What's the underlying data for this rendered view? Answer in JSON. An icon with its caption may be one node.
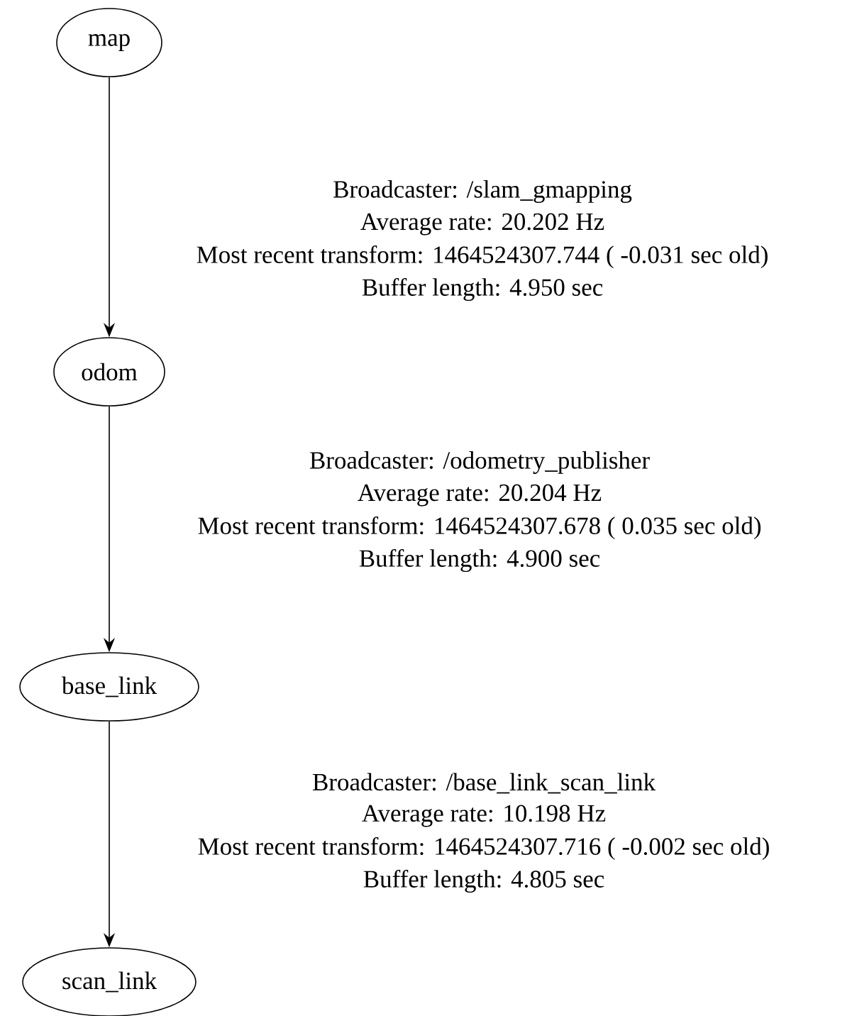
{
  "diagram": {
    "nodes": [
      {
        "text": [
          "map"
        ]
      },
      {
        "text": [
          "odom"
        ]
      },
      {
        "text": [
          "base_link"
        ]
      },
      {
        "text": [
          "scan_link"
        ]
      }
    ],
    "edges": [
      {
        "from": 0,
        "to": 1,
        "arrow": "to",
        "label": [
          "Broadcaster: /slam_gmapping",
          "Average rate: 20.202 Hz",
          "Most recent transform: 1464524307.744 ( -0.031 sec old)",
          "Buffer length: 4.950 sec"
        ]
      },
      {
        "from": 1,
        "to": 2,
        "arrow": "to",
        "label": [
          "Broadcaster: /odometry_publisher",
          "Average rate: 20.204 Hz",
          "Most recent transform: 1464524307.678 ( 0.035 sec old)",
          "Buffer length: 4.900 sec"
        ]
      },
      {
        "from": 2,
        "to": 3,
        "arrow": "to",
        "label": [
          "Broadcaster: /base_link_scan_link",
          "Average rate: 10.198 Hz",
          "Most recent transform: 1464524307.716 ( -0.002 sec old)",
          "Buffer length: 4.805 sec"
        ]
      }
    ]
  }
}
